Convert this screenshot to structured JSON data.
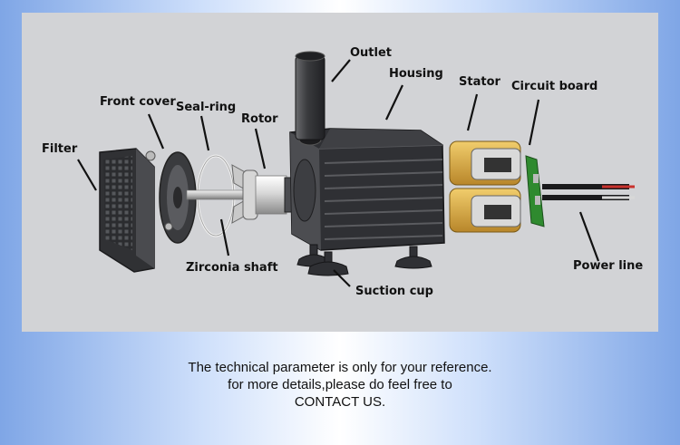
{
  "labels": {
    "filter": "Filter",
    "front_cover": "Front cover",
    "seal_ring": "Seal-ring",
    "rotor": "Rotor",
    "outlet": "Outlet",
    "housing": "Housing",
    "stator": "Stator",
    "circuit_board": "Circuit board",
    "zirconia_shaft": "Zirconia shaft",
    "suction_cup": "Suction cup",
    "power_line": "Power line"
  },
  "note": {
    "line1": "The technical parameter is only for your reference.",
    "line2": "for more details,please do feel free to",
    "line3": "CONTACT US."
  },
  "colors": {
    "panel": "#d2d3d6",
    "housing": "#3a3c40",
    "stator_gold": "#d9a93a",
    "circuit_green": "#2f8a2f",
    "wire_red": "#c8322d"
  }
}
